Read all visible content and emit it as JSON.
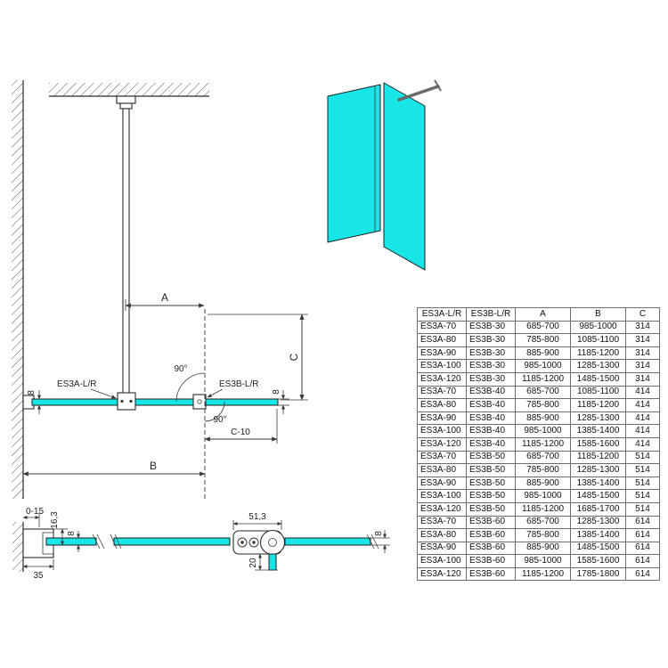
{
  "colors": {
    "glass": "#18e6e6",
    "line": "#3a3a3a",
    "table_border": "#6e6e6e"
  },
  "plan": {
    "label_a": "A",
    "label_b": "B",
    "label_c": "C",
    "label_c10": "C-10",
    "angle_top": "90°",
    "angle_bottom": "90°",
    "label_es3a": "ES3A-L/R",
    "label_es3b": "ES3B-L/R",
    "thickness_left": "8",
    "thickness_right": "8"
  },
  "section_wall": {
    "adjust": "0-15",
    "depth": "16,3",
    "thickness": "8",
    "width": "35"
  },
  "section_joint": {
    "width": "51,3",
    "thickness": "8",
    "depth": "20"
  },
  "table": {
    "headers": [
      "ES3A-L/R",
      "ES3B-L/R",
      "A",
      "B",
      "C"
    ],
    "rows": [
      [
        "ES3A-70",
        "ES3B-30",
        "685-700",
        "985-1000",
        "314"
      ],
      [
        "ES3A-80",
        "ES3B-30",
        "785-800",
        "1085-1100",
        "314"
      ],
      [
        "ES3A-90",
        "ES3B-30",
        "885-900",
        "1185-1200",
        "314"
      ],
      [
        "ES3A-100",
        "ES3B-30",
        "985-1000",
        "1285-1300",
        "314"
      ],
      [
        "ES3A-120",
        "ES3B-30",
        "1185-1200",
        "1485-1500",
        "314"
      ],
      [
        "ES3A-70",
        "ES3B-40",
        "685-700",
        "1085-1100",
        "414"
      ],
      [
        "ES3A-80",
        "ES3B-40",
        "785-800",
        "1185-1200",
        "414"
      ],
      [
        "ES3A-90",
        "ES3B-40",
        "885-900",
        "1285-1300",
        "414"
      ],
      [
        "ES3A-100",
        "ES3B-40",
        "985-1000",
        "1385-1400",
        "414"
      ],
      [
        "ES3A-120",
        "ES3B-40",
        "1185-1200",
        "1585-1600",
        "414"
      ],
      [
        "ES3A-70",
        "ES3B-50",
        "685-700",
        "1185-1200",
        "514"
      ],
      [
        "ES3A-80",
        "ES3B-50",
        "785-800",
        "1285-1300",
        "514"
      ],
      [
        "ES3A-90",
        "ES3B-50",
        "885-900",
        "1385-1400",
        "514"
      ],
      [
        "ES3A-100",
        "ES3B-50",
        "985-1000",
        "1485-1500",
        "514"
      ],
      [
        "ES3A-120",
        "ES3B-50",
        "1185-1200",
        "1685-1700",
        "514"
      ],
      [
        "ES3A-70",
        "ES3B-60",
        "685-700",
        "1285-1300",
        "614"
      ],
      [
        "ES3A-80",
        "ES3B-60",
        "785-800",
        "1385-1400",
        "614"
      ],
      [
        "ES3A-90",
        "ES3B-60",
        "885-900",
        "1485-1500",
        "614"
      ],
      [
        "ES3A-100",
        "ES3B-60",
        "985-1000",
        "1585-1600",
        "614"
      ],
      [
        "ES3A-120",
        "ES3B-60",
        "1185-1200",
        "1785-1800",
        "614"
      ]
    ]
  }
}
